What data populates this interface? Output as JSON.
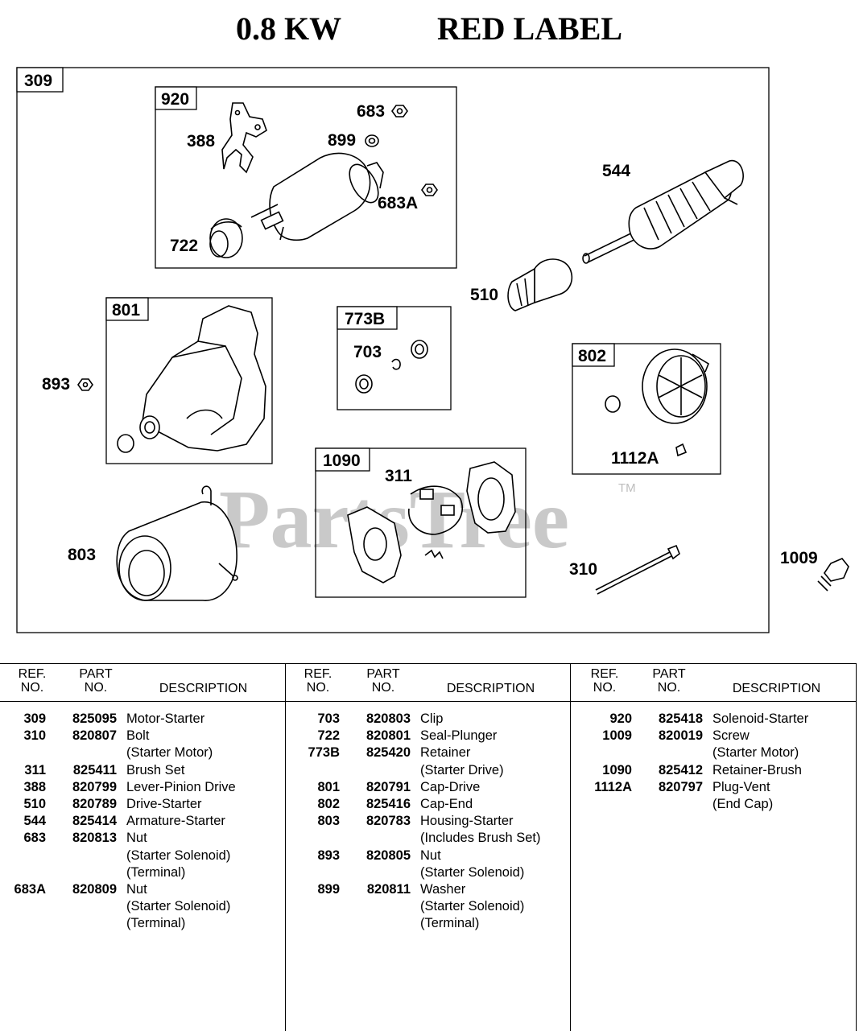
{
  "page": {
    "title_kw": "0.8 KW",
    "title_label": "RED LABEL"
  },
  "diagram": {
    "outer_box": "309",
    "watermark": "PartsTree",
    "trademark": "TM",
    "group_boxes": [
      "920",
      "801",
      "773B",
      "802",
      "1090"
    ],
    "callouts": [
      "683",
      "388",
      "899",
      "683A",
      "722",
      "544",
      "510",
      "703",
      "893",
      "1112A",
      "311",
      "803",
      "310",
      "1009"
    ]
  },
  "table": {
    "headers": {
      "ref_line1": "REF.",
      "ref_line2": "NO.",
      "part_line1": "PART",
      "part_line2": "NO.",
      "description": "DESCRIPTION"
    },
    "columns": [
      [
        {
          "ref": "309",
          "part": "825095",
          "desc": [
            "Motor-Starter"
          ]
        },
        {
          "ref": "310",
          "part": "820807",
          "desc": [
            "Bolt",
            "(Starter Motor)"
          ]
        },
        {
          "ref": "311",
          "part": "825411",
          "desc": [
            "Brush Set"
          ]
        },
        {
          "ref": "388",
          "part": "820799",
          "desc": [
            "Lever-Pinion Drive"
          ]
        },
        {
          "ref": "510",
          "part": "820789",
          "desc": [
            "Drive-Starter"
          ]
        },
        {
          "ref": "544",
          "part": "825414",
          "desc": [
            "Armature-Starter"
          ]
        },
        {
          "ref": "683",
          "part": "820813",
          "desc": [
            "Nut",
            "(Starter Solenoid)",
            "(Terminal)"
          ]
        },
        {
          "ref": "683A",
          "part": "820809",
          "desc": [
            "Nut",
            "(Starter Solenoid)",
            "(Terminal)"
          ]
        }
      ],
      [
        {
          "ref": "703",
          "part": "820803",
          "desc": [
            "Clip"
          ]
        },
        {
          "ref": "722",
          "part": "820801",
          "desc": [
            "Seal-Plunger"
          ]
        },
        {
          "ref": "773B",
          "part": "825420",
          "desc": [
            "Retainer",
            "(Starter Drive)"
          ]
        },
        {
          "ref": "801",
          "part": "820791",
          "desc": [
            "Cap-Drive"
          ]
        },
        {
          "ref": "802",
          "part": "825416",
          "desc": [
            "Cap-End"
          ]
        },
        {
          "ref": "803",
          "part": "820783",
          "desc": [
            "Housing-Starter",
            "(Includes Brush Set)"
          ]
        },
        {
          "ref": "893",
          "part": "820805",
          "desc": [
            "Nut",
            "(Starter Solenoid)"
          ]
        },
        {
          "ref": "899",
          "part": "820811",
          "desc": [
            "Washer",
            "(Starter Solenoid)",
            "(Terminal)"
          ]
        }
      ],
      [
        {
          "ref": "920",
          "part": "825418",
          "desc": [
            "Solenoid-Starter"
          ]
        },
        {
          "ref": "1009",
          "part": "820019",
          "desc": [
            "Screw",
            "(Starter Motor)"
          ]
        },
        {
          "ref": "1090",
          "part": "825412",
          "desc": [
            "Retainer-Brush"
          ]
        },
        {
          "ref": "1112A",
          "part": "820797",
          "desc": [
            "Plug-Vent",
            "(End Cap)"
          ]
        }
      ]
    ]
  }
}
